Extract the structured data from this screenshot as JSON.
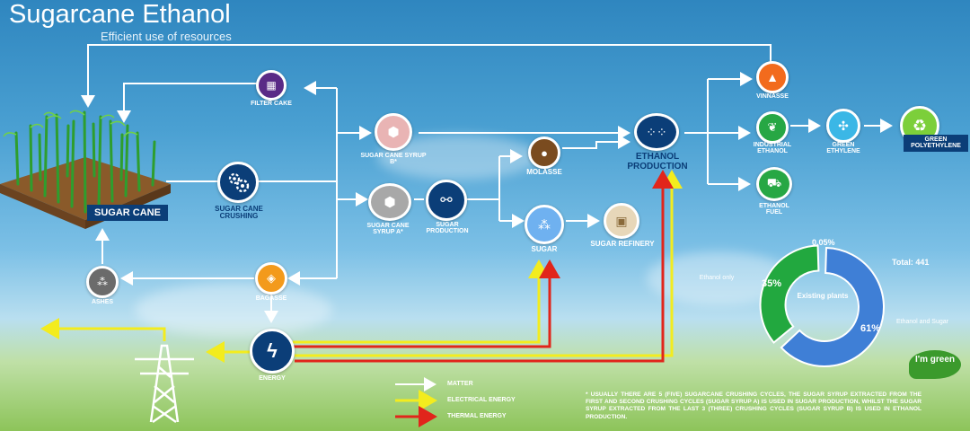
{
  "title": "Sugarcane Ethanol",
  "subtitle": "Efficient use of resources",
  "nodes": {
    "filter_cake": "FILTER CAKE",
    "sugar_cane": "SUGAR CANE",
    "crushing": "SUGAR CANE CRUSHING",
    "ashes": "ASHES",
    "bagasse": "BAGASSE",
    "energy": "ENERGY",
    "syrup_b": "SUGAR CANE SYRUP B*",
    "syrup_a": "SUGAR CANE SYRUP A*",
    "sugar_production": "SUGAR PRODUCTION",
    "molasse": "MOLASSE",
    "sugar": "SUGAR",
    "sugar_refinery": "SUGAR REFINERY",
    "ethanol_production": "ETHANOL PRODUCTION",
    "vinnasse": "VINNASSE",
    "industrial_ethanol": "INDUSTRIAL ETHANOL",
    "green_ethylene": "GREEN ETHYLENE",
    "green_polyethylene": "GREEN POLYETHYLENE",
    "ethanol_fuel": "ETHANOL FUEL"
  },
  "legend": {
    "matter": "MATTER",
    "electrical": "ELECTRICAL ENERGY",
    "thermal": "THERMAL ENERGY"
  },
  "colors": {
    "matter": "#ffffff",
    "electrical": "#f3ec1e",
    "thermal": "#e1251b",
    "dark_blue": "#0b3e78",
    "purple": "#5a2a86",
    "orange": "#f39a1c",
    "green": "#27a744",
    "brown": "#7a4b1f",
    "pink": "#e9b4b4",
    "pie_blue": "#3f7fd6",
    "pie_green": "#22a83f"
  },
  "footnote": "* USUALLY THERE ARE 5 (FIVE) SUGARCANE CRUSHING CYCLES, THE SUGAR SYRUP EXTRACTED FROM THE FIRST AND SECOND CRUSHING CYCLES (SUGAR SYRUP A) IS USED IN SUGAR PRODUCTION, WHILST THE SUGAR SYRUP EXTRACTED FROM THE LAST 3 (THREE) CRUSHING CYCLES (SUGAR SYRUP B) IS USED IN ETHANOL PRODUCTION.",
  "badge": "I'm green",
  "chart_data": {
    "type": "pie",
    "categories": [
      "Ethanol only",
      "Ethanol and Sugar",
      ""
    ],
    "values": [
      35,
      61,
      0.05
    ],
    "value_labels": [
      "35%",
      "61%",
      "0,05%"
    ],
    "center_label": "Existing plants",
    "total_label": "Total: 441"
  }
}
